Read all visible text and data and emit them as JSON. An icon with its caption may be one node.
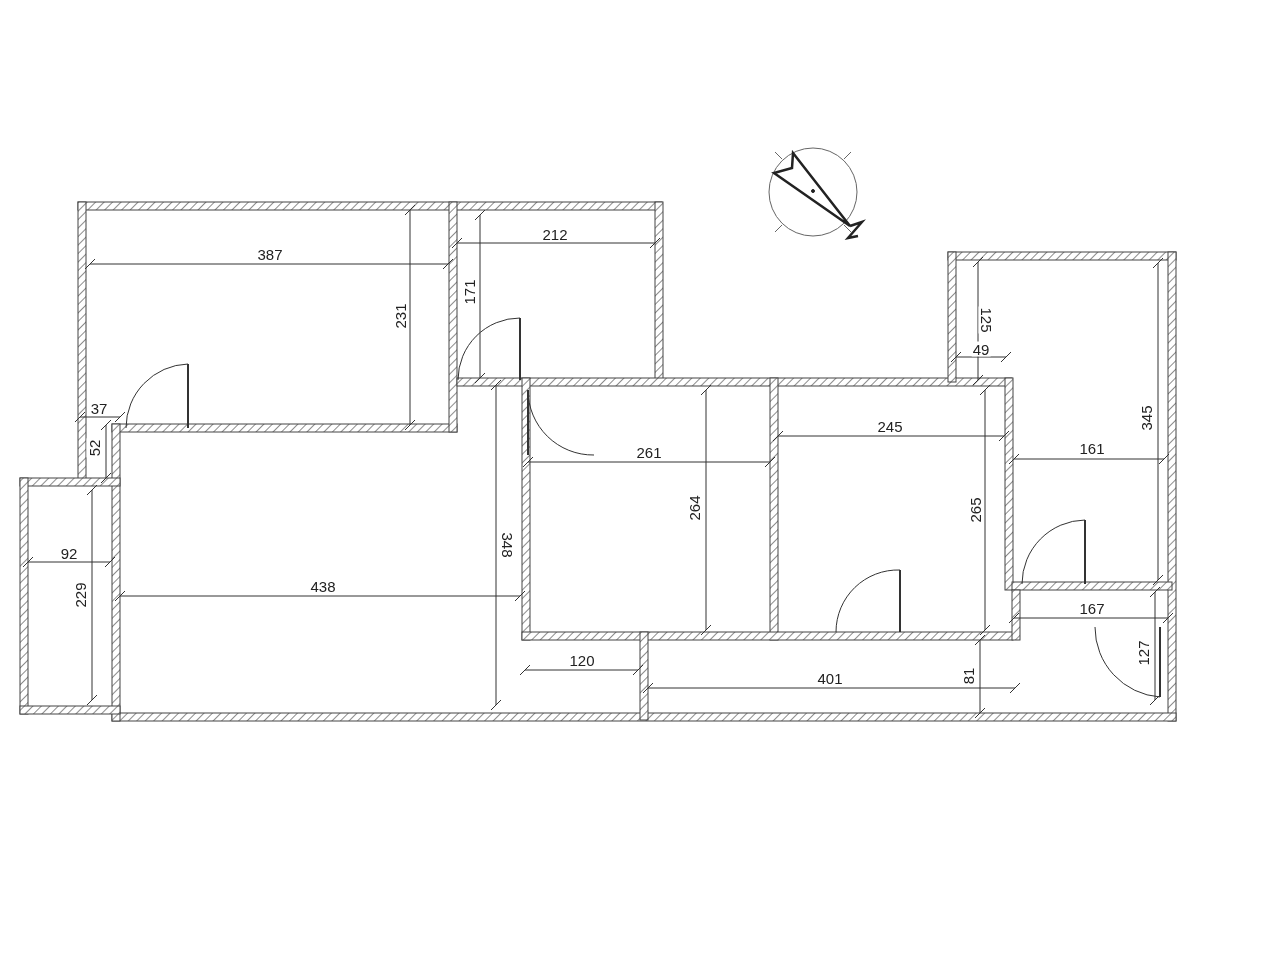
{
  "diagram": {
    "labels": [
      "212",
      "387",
      "171",
      "231",
      "125",
      "49",
      "37",
      "245",
      "261",
      "161",
      "345",
      "52",
      "264",
      "348",
      "265",
      "92",
      "438",
      "229",
      "167",
      "127",
      "120",
      "401",
      "81"
    ]
  }
}
